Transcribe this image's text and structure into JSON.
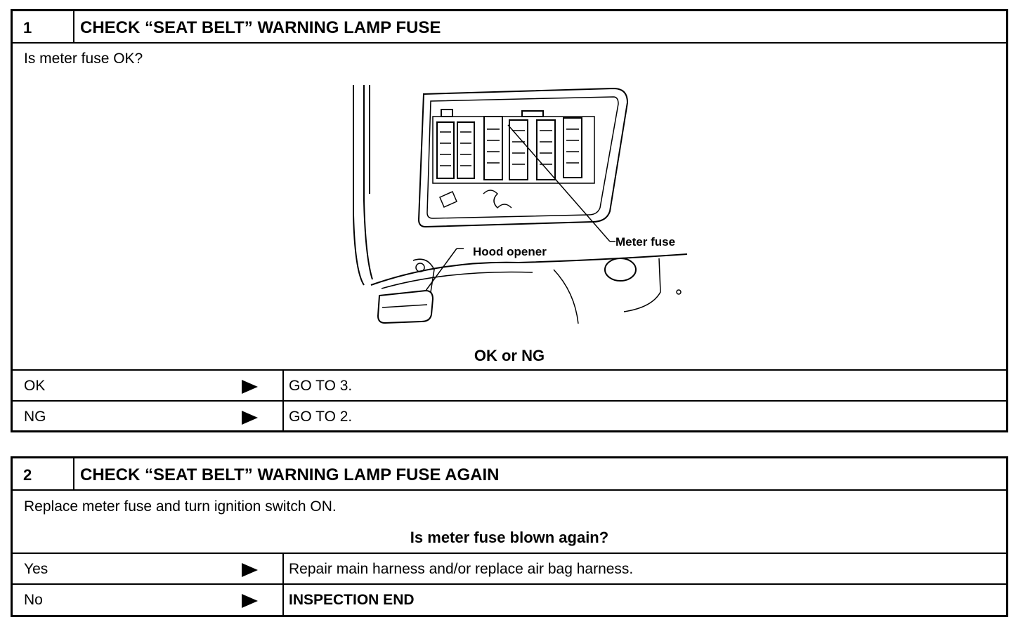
{
  "step1": {
    "number": "1",
    "title": "CHECK “SEAT BELT” WARNING LAMP FUSE",
    "question": "Is meter fuse OK?",
    "figure_labels": {
      "meter_fuse": "Meter fuse",
      "hood_opener": "Hood opener"
    },
    "result_prompt": "OK or NG",
    "outcomes": [
      {
        "condition": "OK",
        "action": "GO TO 3."
      },
      {
        "condition": "NG",
        "action": "GO TO 2."
      }
    ]
  },
  "step2": {
    "number": "2",
    "title": "CHECK “SEAT BELT” WARNING LAMP FUSE AGAIN",
    "instruction": "Replace meter fuse and turn ignition switch ON.",
    "question": "Is meter fuse blown again?",
    "outcomes": [
      {
        "condition": "Yes",
        "action": "Repair main harness and/or replace air bag harness."
      },
      {
        "condition": "No",
        "action": "INSPECTION END"
      }
    ]
  },
  "icons": {
    "arrow": "right-triangle-arrow-icon"
  }
}
